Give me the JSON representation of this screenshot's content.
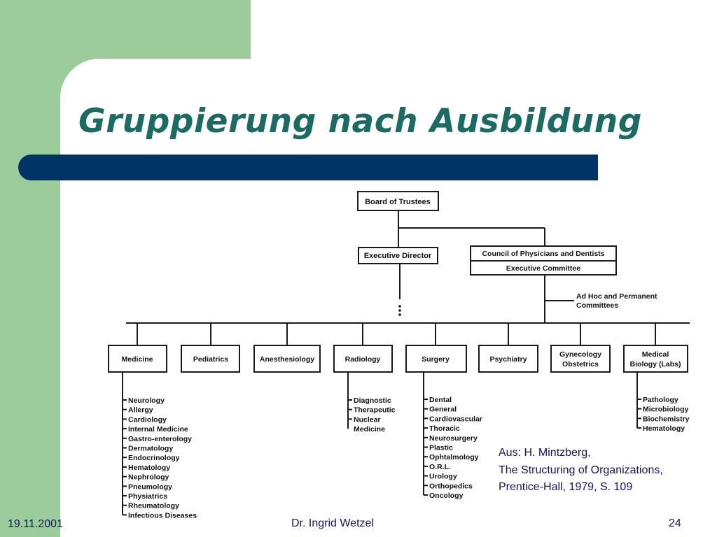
{
  "slide": {
    "title": "Gruppierung nach Ausbildung",
    "accent_color": "#1b6b63",
    "bar_color": "#003366",
    "background_green": "#9ccc9c"
  },
  "org_chart": {
    "board": "Board of Trustees",
    "executive_director": "Executive Director",
    "council": "Council of Physicians and Dentists",
    "executive_committee": "Executive Committee",
    "ad_hoc": [
      "Ad Hoc and Permanent",
      "Committees"
    ],
    "departments": [
      {
        "label": [
          "Medicine"
        ],
        "items": [
          "Neurology",
          "Allergy",
          "Cardiology",
          "Internal Medicine",
          "Gastro-enterology",
          "Dermatology",
          "Endocrinology",
          "Hematology",
          "Nephrology",
          "Pneumology",
          "Physiatrics",
          "Rheumatology",
          "Infectious Diseases"
        ]
      },
      {
        "label": [
          "Pediatrics"
        ],
        "items": []
      },
      {
        "label": [
          "Anesthesiology"
        ],
        "items": []
      },
      {
        "label": [
          "Radiology"
        ],
        "items": [
          "Diagnostic",
          "Therapeutic",
          "Nuclear",
          "Medicine"
        ]
      },
      {
        "label": [
          "Surgery"
        ],
        "items": [
          "Dental",
          "General",
          "Cardiovascular",
          "Thoracic",
          "Neurosurgery",
          "Plastic",
          "Ophtalmology",
          "O.R.L.",
          "Urology",
          "Orthopedics",
          "Oncology"
        ]
      },
      {
        "label": [
          "Psychiatry"
        ],
        "items": []
      },
      {
        "label": [
          "Gynecology",
          "Obstetrics"
        ],
        "items": []
      },
      {
        "label": [
          "Medical",
          "Biology (Labs)"
        ],
        "items": [
          "Pathology",
          "Microbiology",
          "Biochemistry",
          "Hematology"
        ]
      }
    ]
  },
  "citation": {
    "line1": "Aus: H. Mintzberg,",
    "line2": "The Structuring of Organizations,",
    "line3": "Prentice-Hall, 1979, S. 109"
  },
  "footer": {
    "date": "19.11.2001",
    "author": "Dr. Ingrid Wetzel",
    "page": "24"
  }
}
